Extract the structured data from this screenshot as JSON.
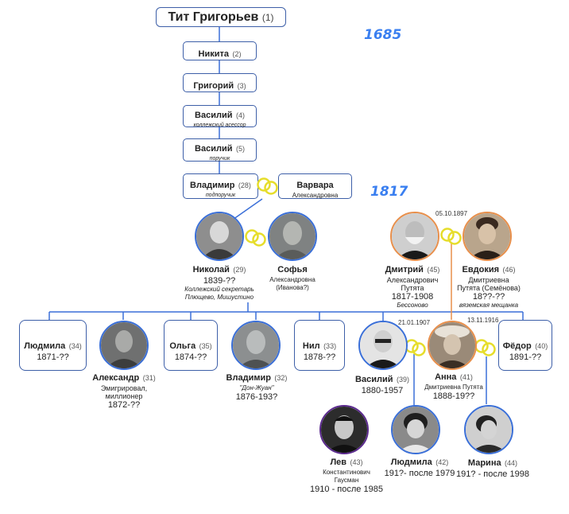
{
  "colors": {
    "line": "#3a6fd8",
    "box_border": "#3d5fa8",
    "ring": "#e6dd2a",
    "year": "#3a7ff0",
    "photo_blue": "#3a6fd8",
    "photo_orange": "#e88f4b",
    "photo_purple": "#5b2a8e"
  },
  "years": {
    "y1685": "1685",
    "y1817": "1817"
  },
  "p1": {
    "name": "Тит Григорьев",
    "num": "(1)"
  },
  "p2": {
    "name": "Никита",
    "num": "(2)"
  },
  "p3": {
    "name": "Григорий",
    "num": "(3)"
  },
  "p4": {
    "name": "Василий",
    "num": "(4)",
    "note": "коллежский асессор"
  },
  "p5": {
    "name": "Василий",
    "num": "(5)",
    "note": "поручик"
  },
  "p28": {
    "name": "Владимир",
    "num": "(28)",
    "note": "подпоручик"
  },
  "varvara": {
    "name": "Варвара",
    "patronymic": "Александровна"
  },
  "p29": {
    "name": "Николай",
    "num": "(29)",
    "years": "1839-??",
    "note1": "Коллежский секретарь",
    "note2": "Плющево, Мишустино"
  },
  "sofya": {
    "name": "Софья",
    "patronymic": "Александровна",
    "maiden": "(Иванова?)"
  },
  "p45": {
    "name": "Дмитрий",
    "num": "(45)",
    "patronymic": "Александрович",
    "surname": "Путята",
    "years": "1817-1908",
    "note": "Бессоново"
  },
  "p46": {
    "name": "Евдокия",
    "num": "(46)",
    "patronymic": "Дмитриевна",
    "surname": "Путята (Семёнова)",
    "years": "18??-??",
    "note": "вяземская мещанка"
  },
  "marriage1": "05.10.1897",
  "p34": {
    "name": "Людмила",
    "num": "(34)",
    "years": "1871-??"
  },
  "p31": {
    "name": "Александр",
    "num": "(31)",
    "note1": "Эмигрировал,",
    "note2": "миллионер",
    "years": "1872-??"
  },
  "p35": {
    "name": "Ольга",
    "num": "(35)",
    "years": "1874-??"
  },
  "p32": {
    "name": "Владимир",
    "num": "(32)",
    "note": "\"Дон-Жуан\"",
    "years": "1876-193?"
  },
  "p33": {
    "name": "Нил",
    "num": "(33)",
    "years": "1878-??"
  },
  "p39": {
    "name": "Василий",
    "num": "(39)",
    "years": "1880-1957"
  },
  "marriage2": "21.01.1907",
  "p41": {
    "name": "Анна",
    "num": "(41)",
    "patronymic": "Дмитриевна Путята",
    "years": "1888-19??"
  },
  "marriage3": "13.11.1916",
  "p40": {
    "name": "Фёдор",
    "num": "(40)",
    "years": "1891-??"
  },
  "p43": {
    "name": "Лев",
    "num": "(43)",
    "patronymic": "Константинович",
    "surname": "Гаусман",
    "years": "1910 - после 1985"
  },
  "p42": {
    "name": "Людмила",
    "num": "(42)",
    "years": "191?- после 1979"
  },
  "p44": {
    "name": "Марина",
    "num": "(44)",
    "years": "191? - после 1998"
  }
}
